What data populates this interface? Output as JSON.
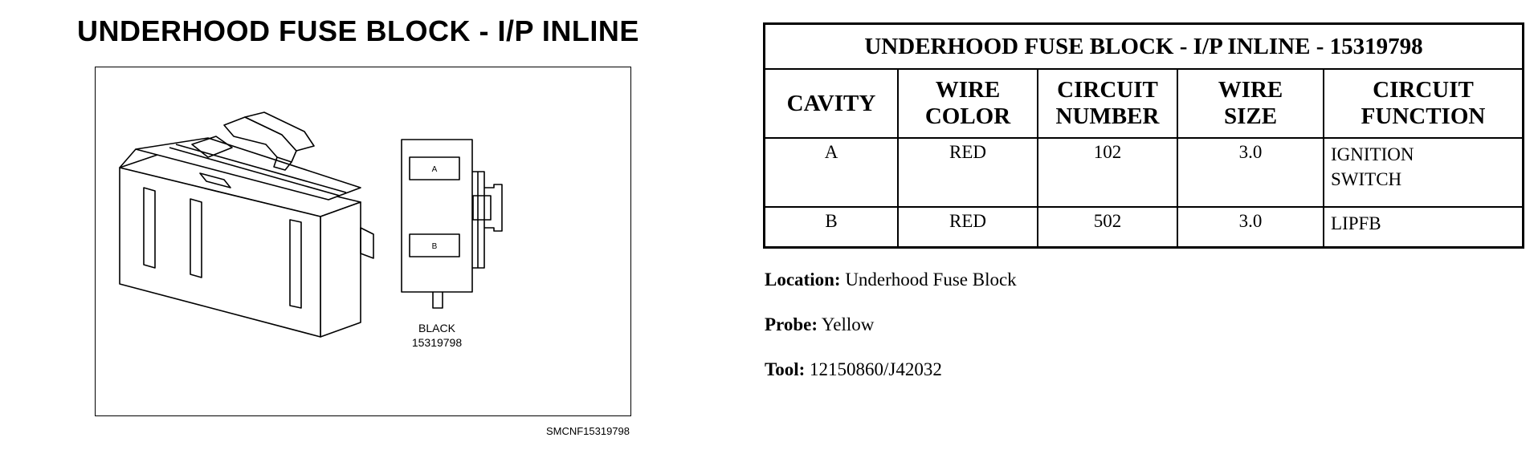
{
  "left_title": "UNDERHOOD FUSE BLOCK - I/P INLINE",
  "diagram": {
    "cavity_labels": [
      "A",
      "B"
    ],
    "connector_color": "BLACK",
    "part_number": "15319798",
    "figure_code": "SMCNF15319798"
  },
  "table": {
    "title": "UNDERHOOD FUSE BLOCK - I/P INLINE - 15319798",
    "headers": [
      [
        "CAVITY"
      ],
      [
        "WIRE",
        "COLOR"
      ],
      [
        "CIRCUIT",
        "NUMBER"
      ],
      [
        "WIRE",
        "SIZE"
      ],
      [
        "CIRCUIT",
        "FUNCTION"
      ]
    ],
    "rows": [
      {
        "cavity": "A",
        "wire_color": "RED",
        "circuit_number": "102",
        "wire_size": "3.0",
        "circuit_function": [
          "IGNITION",
          "SWITCH"
        ]
      },
      {
        "cavity": "B",
        "wire_color": "RED",
        "circuit_number": "502",
        "wire_size": "3.0",
        "circuit_function": [
          "LIPFB"
        ]
      }
    ]
  },
  "info": {
    "location_label": "Location:",
    "location_value": "Underhood Fuse Block",
    "probe_label": "Probe:",
    "probe_value": "Yellow",
    "tool_label": "Tool:",
    "tool_value": "12150860/J42032"
  }
}
